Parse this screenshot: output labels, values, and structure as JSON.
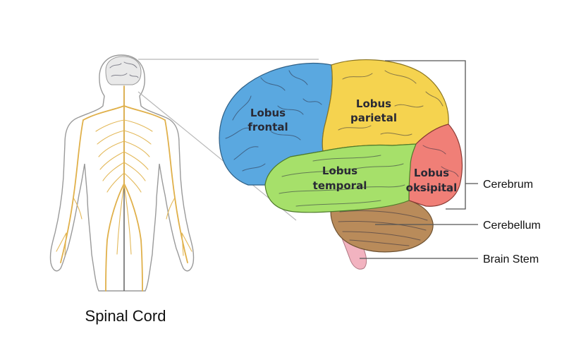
{
  "labels": {
    "frontal": [
      "Lobus",
      "frontal"
    ],
    "parietal": [
      "Lobus",
      "parietal"
    ],
    "temporal": [
      "Lobus",
      "temporal"
    ],
    "occipital": [
      "Lobus",
      "oksipital"
    ],
    "cerebrum": "Cerebrum",
    "cerebellum": "Cerebellum",
    "brain_stem": "Brain Stem",
    "spinal_cord": "Spinal Cord"
  },
  "colors": {
    "frontal": "#5aa8e0",
    "parietal": "#f5d34f",
    "temporal": "#a6e06a",
    "occipital": "#f07f77",
    "cerebellum": "#b98b5a",
    "brain_stem": "#f2b3c0",
    "nerves": "#e0b04a"
  }
}
